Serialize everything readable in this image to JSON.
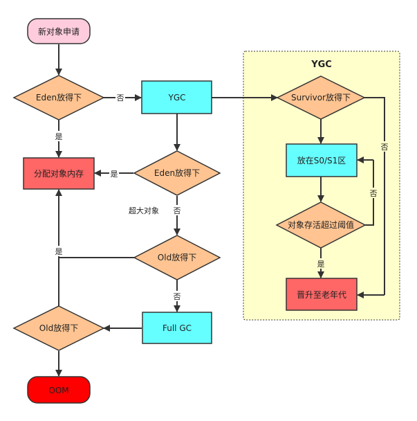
{
  "diagram": {
    "group": {
      "title": "YGC"
    },
    "nodes": {
      "start": "新对象申请",
      "eden_check_1": "Eden放得下",
      "ygc": "YGC",
      "allocate": "分配对象内存",
      "eden_check_2": "Eden放得下",
      "old_check_1": "Old放得下",
      "full_gc": "Full GC",
      "old_check_2": "Old放得下",
      "oom": "OOM",
      "survivor_check": "Survivor放得下",
      "s0s1": "放在S0/S1区",
      "threshold_check": "对象存活超过阈值",
      "promote": "晋升至老年代"
    },
    "edge_labels": {
      "eden1_no": "否",
      "eden1_yes": "是",
      "eden2_yes": "是",
      "large_object": "超大对象",
      "eden2_no": "否",
      "old1_yes": "是",
      "old1_no": "否",
      "survivor_no": "否",
      "threshold_no": "否",
      "threshold_yes": "是"
    },
    "colors": {
      "start_fill": "#ffccdd",
      "decision_fill": "#ffc491",
      "process_fill": "#66ffff",
      "allocate_fill": "#ff6666",
      "oom_fill": "#ff0000",
      "group_fill": "#ffffcc",
      "stroke": "#333333"
    }
  }
}
